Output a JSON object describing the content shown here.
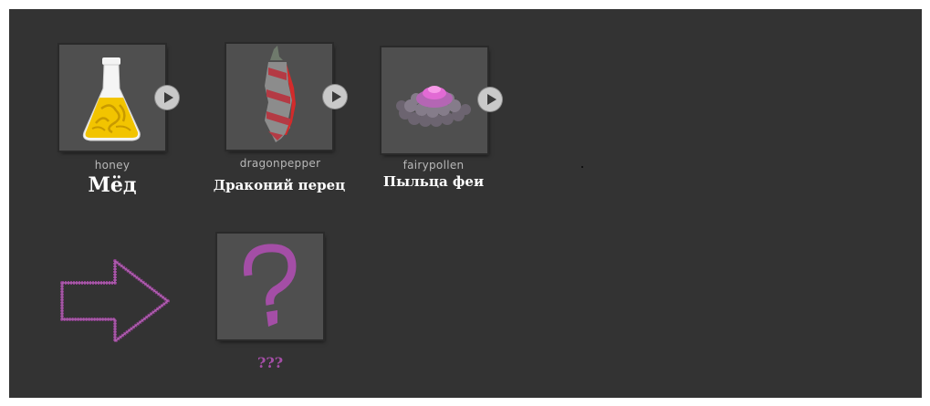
{
  "ingredients": [
    {
      "id": "honey",
      "name": "Мёд",
      "icon": "honey-flask-icon"
    },
    {
      "id": "dragonpepper",
      "name": "Драконий перец",
      "icon": "dragon-pepper-icon"
    },
    {
      "id": "fairypollen",
      "name": "Пыльца феи",
      "icon": "fairy-pollen-icon"
    }
  ],
  "result": {
    "name": "???",
    "icon": "question-mark-icon"
  },
  "arrow_icon": "right-arrow-icon",
  "play_icon": "play-icon",
  "colors": {
    "background": "#333333",
    "slot": "#4f4f4f",
    "accent_purple": "#a44ea6",
    "honey_yellow": "#f2c400"
  }
}
